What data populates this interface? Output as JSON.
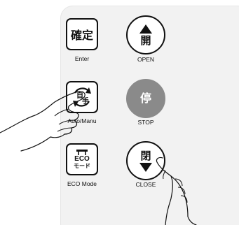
{
  "buttons": {
    "enter": {
      "glyph": "確定",
      "caption": "Enter"
    },
    "open": {
      "glyph": "開",
      "caption": "OPEN",
      "icon": "triangle-up-icon"
    },
    "auto_manual": {
      "glyph_auto": "自",
      "glyph_manual": "手",
      "caption": "Auto/Manu",
      "icon": "auto-manual-switch-icon"
    },
    "stop": {
      "glyph": "停",
      "caption": "STOP"
    },
    "eco": {
      "line1": "ECO",
      "line2": "モード",
      "caption": "ECO Mode",
      "icon": "eco-bar-icon"
    },
    "close": {
      "glyph": "閉",
      "caption": "CLOSE",
      "icon": "triangle-down-icon"
    }
  },
  "colors": {
    "panel": "#f2f2f2",
    "button_border": "#111111",
    "stop_fill": "#8a8a8a"
  },
  "decor": {
    "hands": [
      "pointing-hand-left-icon",
      "pointing-hand-right-icon"
    ]
  }
}
